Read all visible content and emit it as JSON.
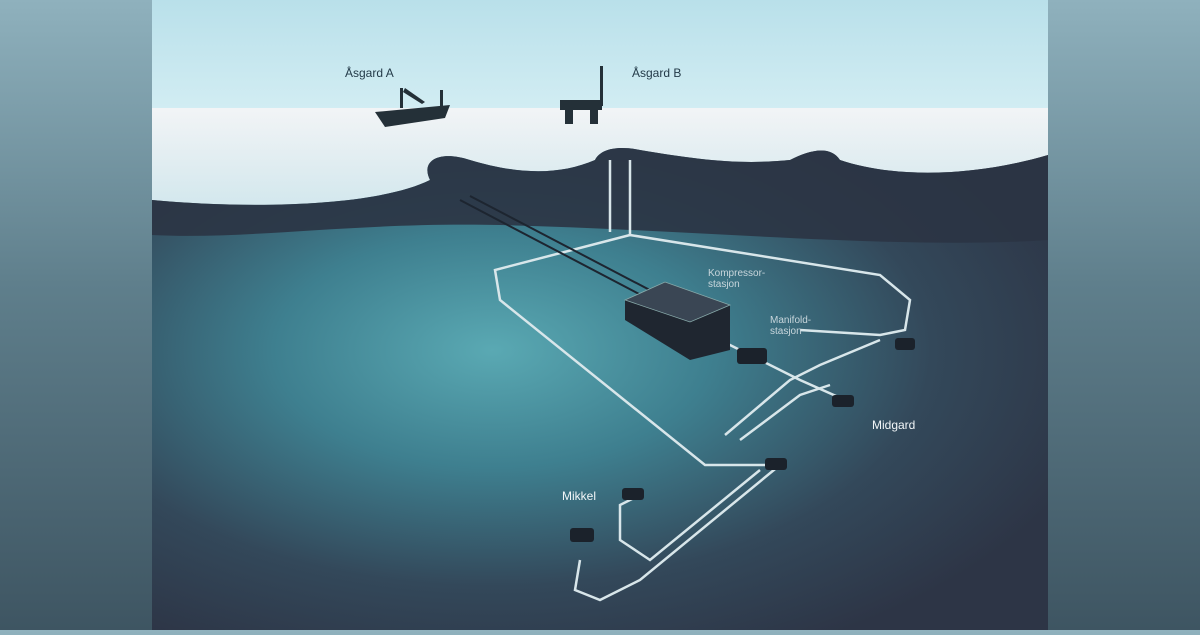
{
  "labels": {
    "asgard_a": "Åsgard A",
    "asgard_b": "Åsgard B",
    "kompressor": "Kompressor-\nstasjon",
    "manifold": "Manifold-\nstasjon",
    "midgard": "Midgard",
    "mikkel": "Mikkel"
  },
  "colors": {
    "sky": "#c5e6ee",
    "surface": "#eef2f4",
    "deep_sea": "#2f3a4c",
    "shallow_sea": "#4f9aa6",
    "pipeline": "#d8e6ea"
  }
}
